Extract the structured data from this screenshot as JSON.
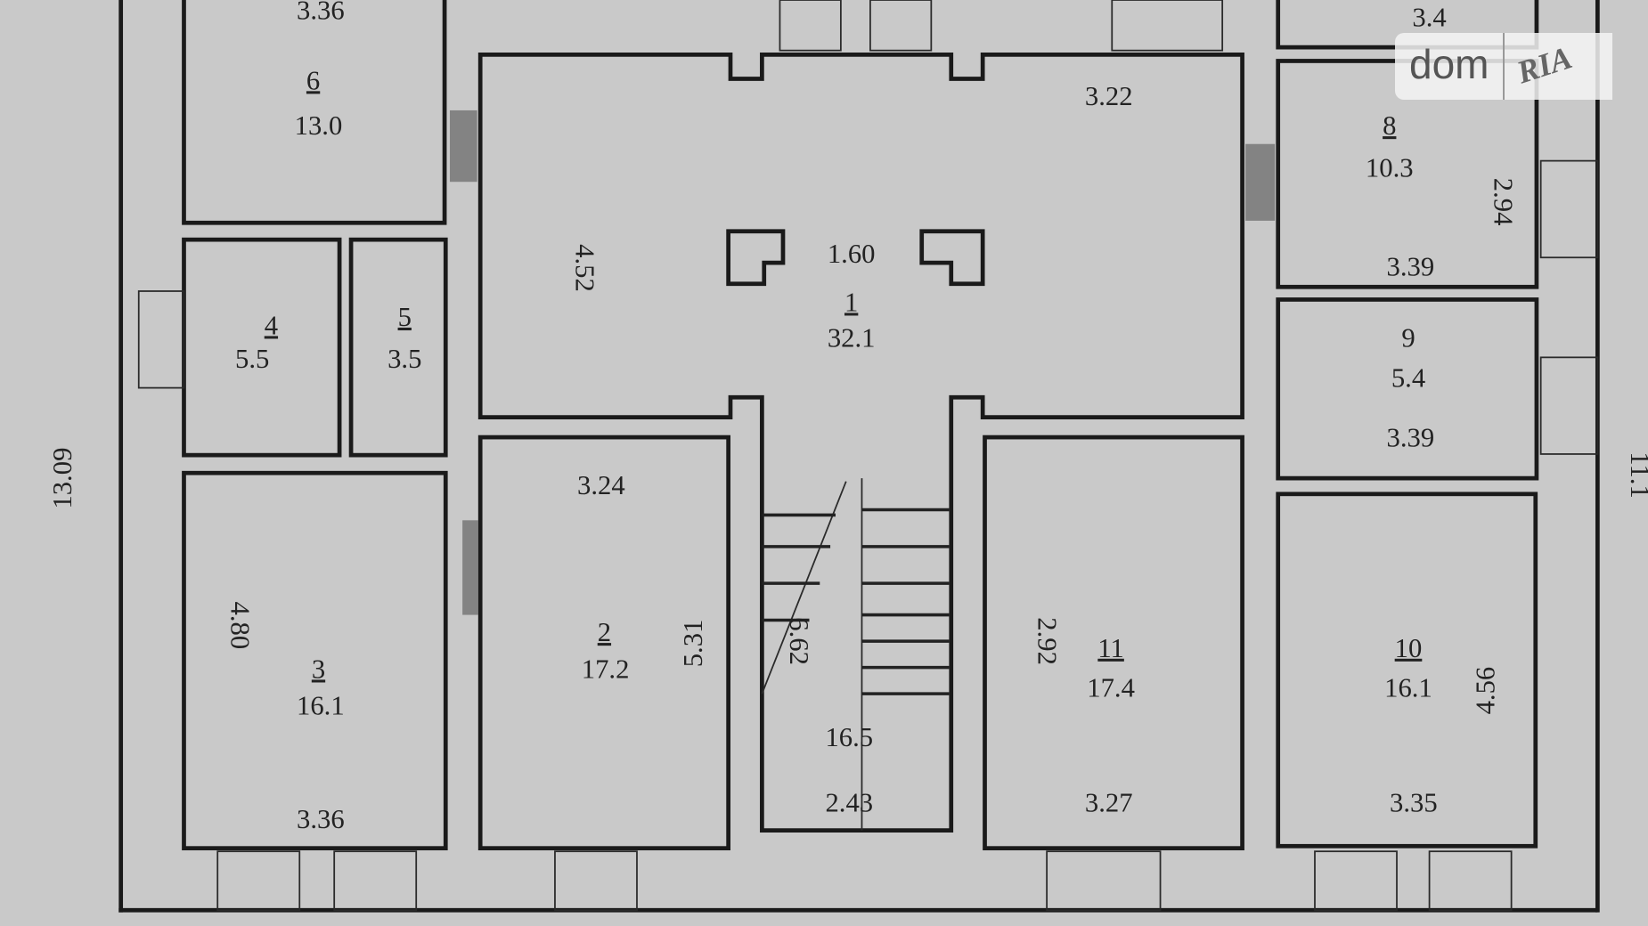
{
  "plan": {
    "rooms": [
      {
        "id": "6",
        "area": "13.0",
        "dims": [
          "3.36"
        ]
      },
      {
        "id": "4",
        "area": "5.5",
        "dims": []
      },
      {
        "id": "5",
        "area": "3.5",
        "dims": []
      },
      {
        "id": "3",
        "area": "16.1",
        "dims": [
          "4.80",
          "3.36"
        ]
      },
      {
        "id": "2",
        "area": "17.2",
        "dims": [
          "3.24",
          "5.31"
        ]
      },
      {
        "id": "1",
        "area": "32.1",
        "dims": [
          "3.22",
          "1.60",
          "4.52"
        ]
      },
      {
        "id": "",
        "area": "16.5",
        "dims": [
          "6.62",
          "2.43"
        ]
      },
      {
        "id": "11",
        "area": "17.4",
        "dims": [
          "2.92",
          "3.27"
        ]
      },
      {
        "id": "10",
        "area": "16.1",
        "dims": [
          "4.56",
          "3.35"
        ]
      },
      {
        "id": "8",
        "area": "10.3",
        "dims": [
          "2.94",
          "3.39"
        ]
      },
      {
        "id": "9",
        "area": "5.4",
        "dims": [
          "3.39"
        ]
      },
      {
        "id": "",
        "area": "",
        "dims": [
          "3.4"
        ]
      }
    ],
    "overall_dims": {
      "left": "13.09",
      "right": "11.1"
    }
  },
  "watermark": {
    "brand": "dom",
    "sub": "RIA"
  }
}
